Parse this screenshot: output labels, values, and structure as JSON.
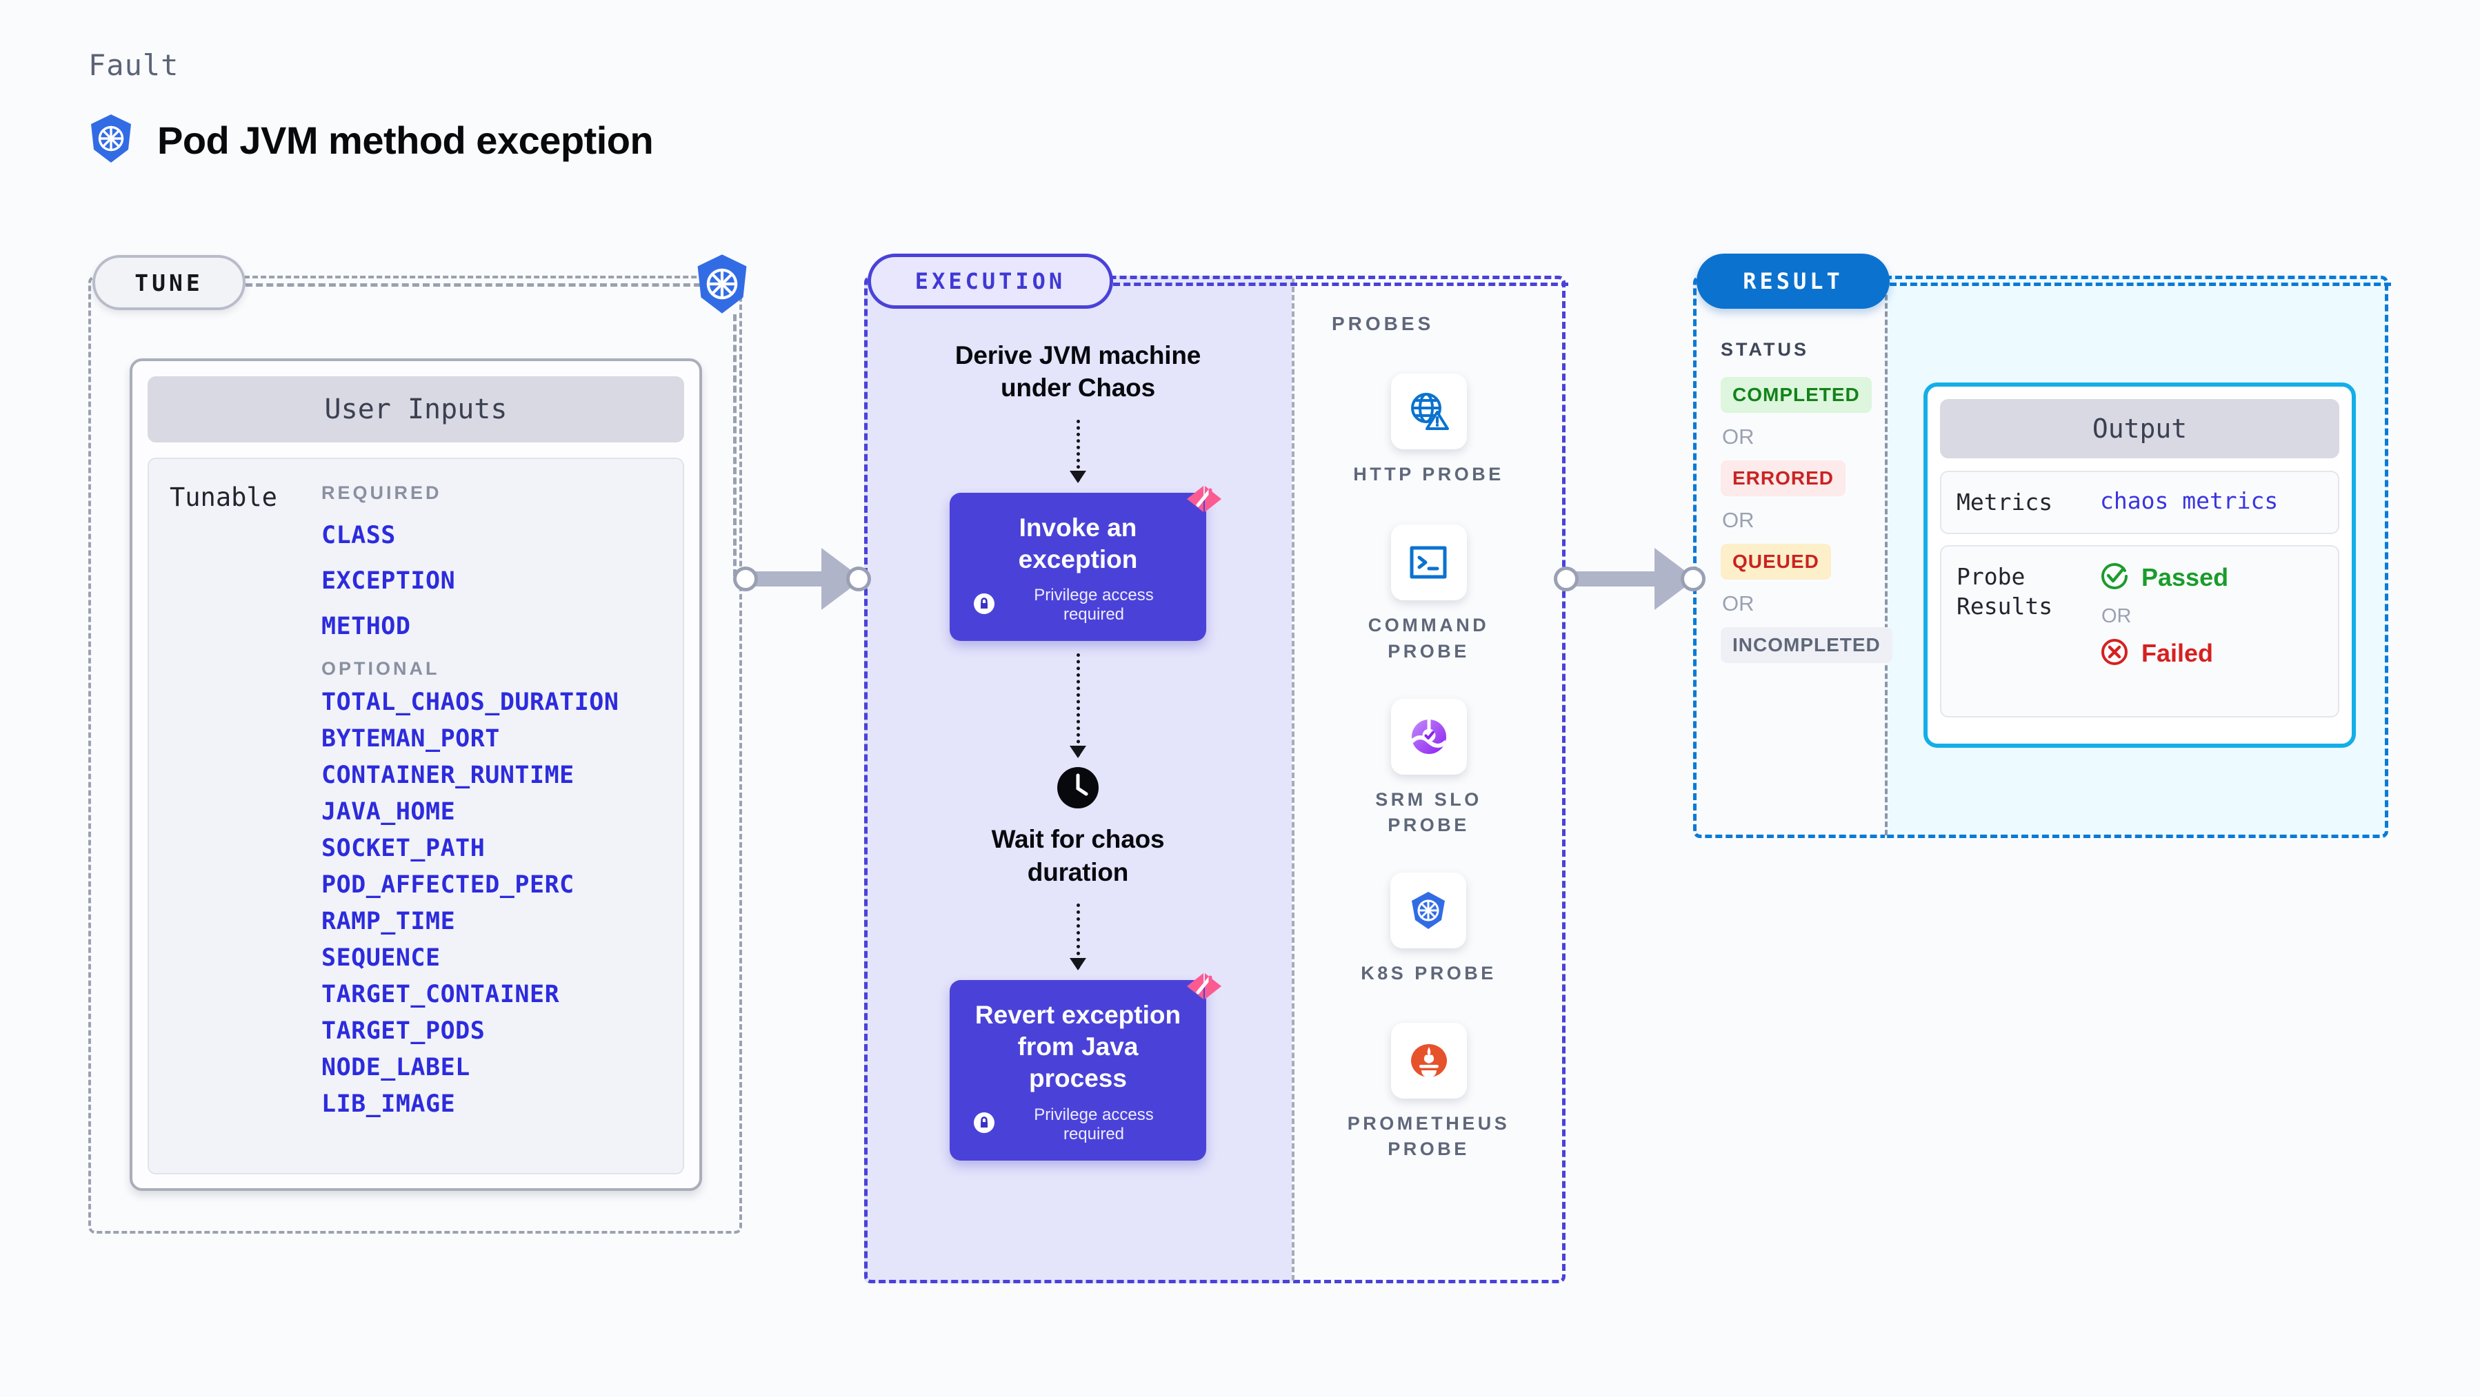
{
  "header": {
    "eyebrow": "Fault",
    "title": "Pod JVM method exception",
    "icon": "kubernetes-icon"
  },
  "tune": {
    "pill_label": "TUNE",
    "node_icon": "kubernetes-icon",
    "card": {
      "header": "User Inputs",
      "row_label": "Tunable",
      "required_caption": "REQUIRED",
      "required": [
        "CLASS",
        "EXCEPTION",
        "METHOD"
      ],
      "optional_caption": "OPTIONAL",
      "optional": [
        "TOTAL_CHAOS_DURATION",
        "BYTEMAN_PORT",
        "CONTAINER_RUNTIME",
        "JAVA_HOME",
        "SOCKET_PATH",
        "POD_AFFECTED_PERC",
        "RAMP_TIME",
        "SEQUENCE",
        "TARGET_CONTAINER",
        "TARGET_PODS",
        "NODE_LABEL",
        "LIB_IMAGE"
      ]
    }
  },
  "execution": {
    "pill_label": "EXECUTION",
    "step1_caption": "Derive JVM machine\nunder Chaos",
    "action1": {
      "title": "Invoke an exception",
      "privilege": "Privilege access required",
      "lock_icon": "lock-icon",
      "badge_icon": "litmus-chaos-icon"
    },
    "wait": {
      "icon": "clock-icon",
      "caption": "Wait for chaos\nduration"
    },
    "action2": {
      "title": "Revert exception\nfrom Java process",
      "privilege": "Privilege access required",
      "lock_icon": "lock-icon",
      "badge_icon": "litmus-chaos-icon"
    }
  },
  "probes": {
    "caption": "PROBES",
    "items": [
      {
        "name": "HTTP PROBE",
        "icon": "globe-warning-icon"
      },
      {
        "name": "COMMAND PROBE",
        "icon": "terminal-icon"
      },
      {
        "name": "SRM SLO PROBE",
        "icon": "srm-slo-icon"
      },
      {
        "name": "K8S PROBE",
        "icon": "kubernetes-icon"
      },
      {
        "name": "PROMETHEUS PROBE",
        "icon": "prometheus-icon"
      }
    ]
  },
  "result": {
    "pill_label": "RESULT",
    "status_caption": "STATUS",
    "or_label": "OR",
    "statuses": [
      {
        "label": "COMPLETED",
        "style": "completed"
      },
      {
        "label": "ERRORED",
        "style": "errored"
      },
      {
        "label": "QUEUED",
        "style": "queued"
      },
      {
        "label": "INCOMPLETED",
        "style": "incompleted"
      }
    ],
    "output": {
      "header": "Output",
      "metrics_key": "Metrics",
      "metrics_value": "chaos metrics",
      "probe_key": "Probe\nResults",
      "passed_label": "Passed",
      "failed_label": "Failed",
      "or_label": "OR",
      "passed_icon": "check-circle-icon",
      "failed_icon": "x-circle-icon"
    }
  },
  "colors": {
    "accent_purple": "#4a42d8",
    "accent_blue": "#0b72cf",
    "accent_cyan": "#13aee8",
    "tunable_blue": "#2d2bdd",
    "litmus_pink": "#fb5b91",
    "k8s_blue": "#326ce5",
    "pass_green": "#1a9c2c",
    "fail_red": "#d62020",
    "page_bg": "#fafbfd"
  }
}
